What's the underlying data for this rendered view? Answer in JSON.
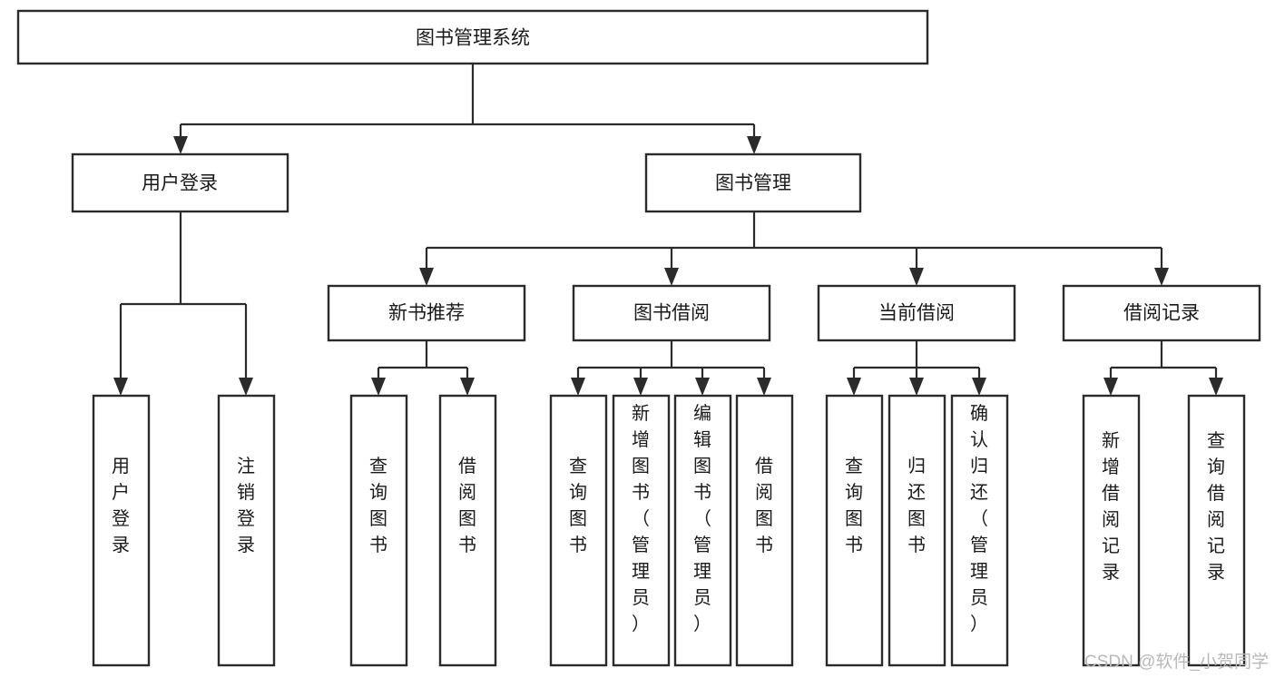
{
  "diagram": {
    "title": "图书管理系统",
    "type": "tree-hierarchy-diagram",
    "colors": {
      "stroke": "#2b2b2b",
      "fill": "#ffffff",
      "text": "#1a1a1a",
      "watermark": "#b9b9b9"
    }
  },
  "root": {
    "label": "图书管理系统"
  },
  "level2": [
    {
      "label": "用户登录"
    },
    {
      "label": "图书管理"
    }
  ],
  "level3": [
    {
      "label": "新书推荐"
    },
    {
      "label": "图书借阅"
    },
    {
      "label": "当前借阅"
    },
    {
      "label": "借阅记录"
    }
  ],
  "leaves": {
    "user_login": [
      {
        "label": "用户登录"
      },
      {
        "label": "注销登录"
      }
    ],
    "new_book_recommend": [
      {
        "label": "查询图书"
      },
      {
        "label": "借阅图书"
      }
    ],
    "book_borrow": [
      {
        "label": "查询图书"
      },
      {
        "label": "新增图书（管理员）"
      },
      {
        "label": "编辑图书（管理员）"
      },
      {
        "label": "借阅图书"
      }
    ],
    "current_borrow": [
      {
        "label": "查询图书"
      },
      {
        "label": "归还图书"
      },
      {
        "label": "确认归还（管理员）"
      }
    ],
    "borrow_record": [
      {
        "label": "新增借阅记录"
      },
      {
        "label": "查询借阅记录"
      }
    ]
  },
  "watermark": {
    "text": "CSDN @软件_小贺同学"
  }
}
